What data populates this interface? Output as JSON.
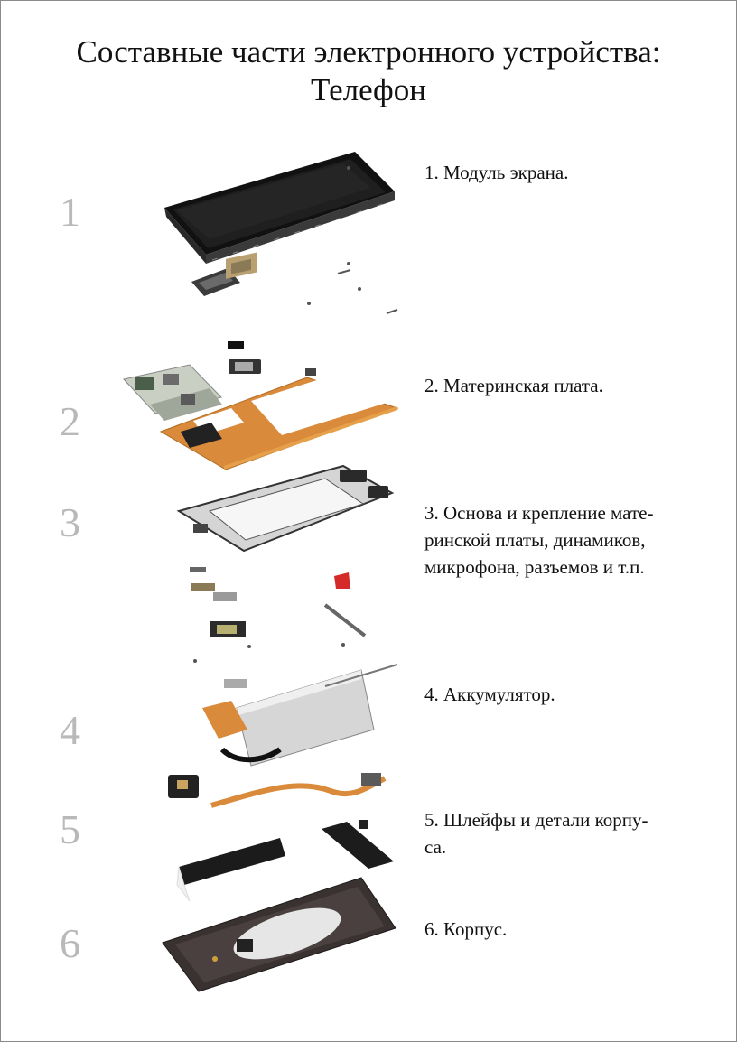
{
  "title": {
    "line1": "Составные части электронного устройства:",
    "line2": "Телефон"
  },
  "step_numbers": [
    "1",
    "2",
    "3",
    "4",
    "5",
    "6"
  ],
  "labels": [
    {
      "lines": [
        "1. Модуль экрана."
      ]
    },
    {
      "lines": [
        "2. Материнская плата."
      ]
    },
    {
      "lines": [
        "3. Основа и крепление мате-",
        "ринской платы, динамиков,",
        "микрофона, разъемов и т.п."
      ]
    },
    {
      "lines": [
        "4. Аккумулятор."
      ]
    },
    {
      "lines": [
        "5. Шлейфы и детали корпу-",
        "са."
      ]
    },
    {
      "lines": [
        "6. Корпус."
      ]
    }
  ],
  "colors": {
    "step_number": "#b9b9b9",
    "flex_cable": "#d98a3a",
    "display": "#1c1c1c",
    "battery": "#d6d6d6",
    "accent_red": "#d42a2a"
  }
}
